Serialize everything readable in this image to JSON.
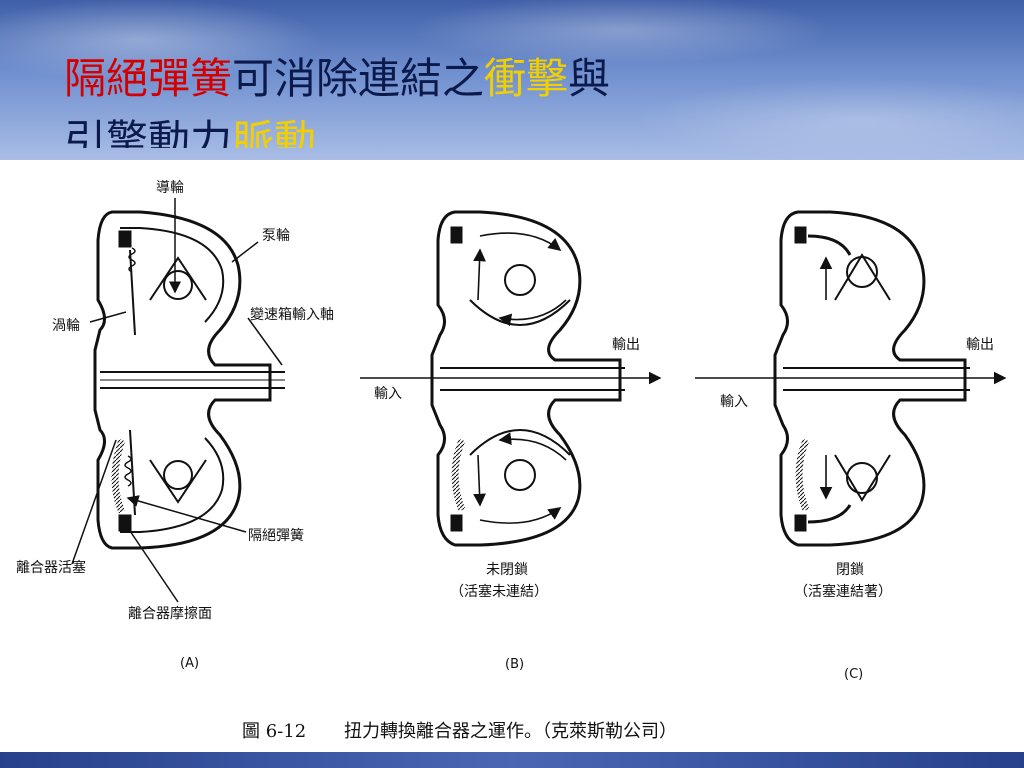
{
  "title": {
    "seg1": "隔絕彈簧",
    "seg2": "可消除連結之",
    "seg3": "衝擊",
    "seg4": "與",
    "line2_a": "引擎動力",
    "line2_b": "脈動"
  },
  "labels": {
    "guide_wheel": "導輪",
    "pump_wheel": "泵輪",
    "turbine": "渦輪",
    "input_shaft": "變速箱輸入軸",
    "isolation_spring": "隔絕彈簧",
    "clutch_piston": "離合器活塞",
    "clutch_friction": "離合器摩擦面",
    "output_b": "輸出",
    "input_b": "輸入",
    "output_c": "輸出",
    "input_c": "輸入",
    "unlocked": "未閉鎖",
    "unlocked_note": "（活塞未連結）",
    "locked": "閉鎖",
    "locked_note": "（活塞連結著）",
    "panel_a": "(A)",
    "panel_b": "(B)",
    "panel_c": "(C)"
  },
  "caption": {
    "fig_no": "圖 6-12",
    "text": "扭力轉換離合器之運作。（克萊斯勒公司）"
  },
  "colors": {
    "title_main": "#0b1a4a",
    "title_red": "#d40000",
    "title_yellow": "#f2d000"
  }
}
